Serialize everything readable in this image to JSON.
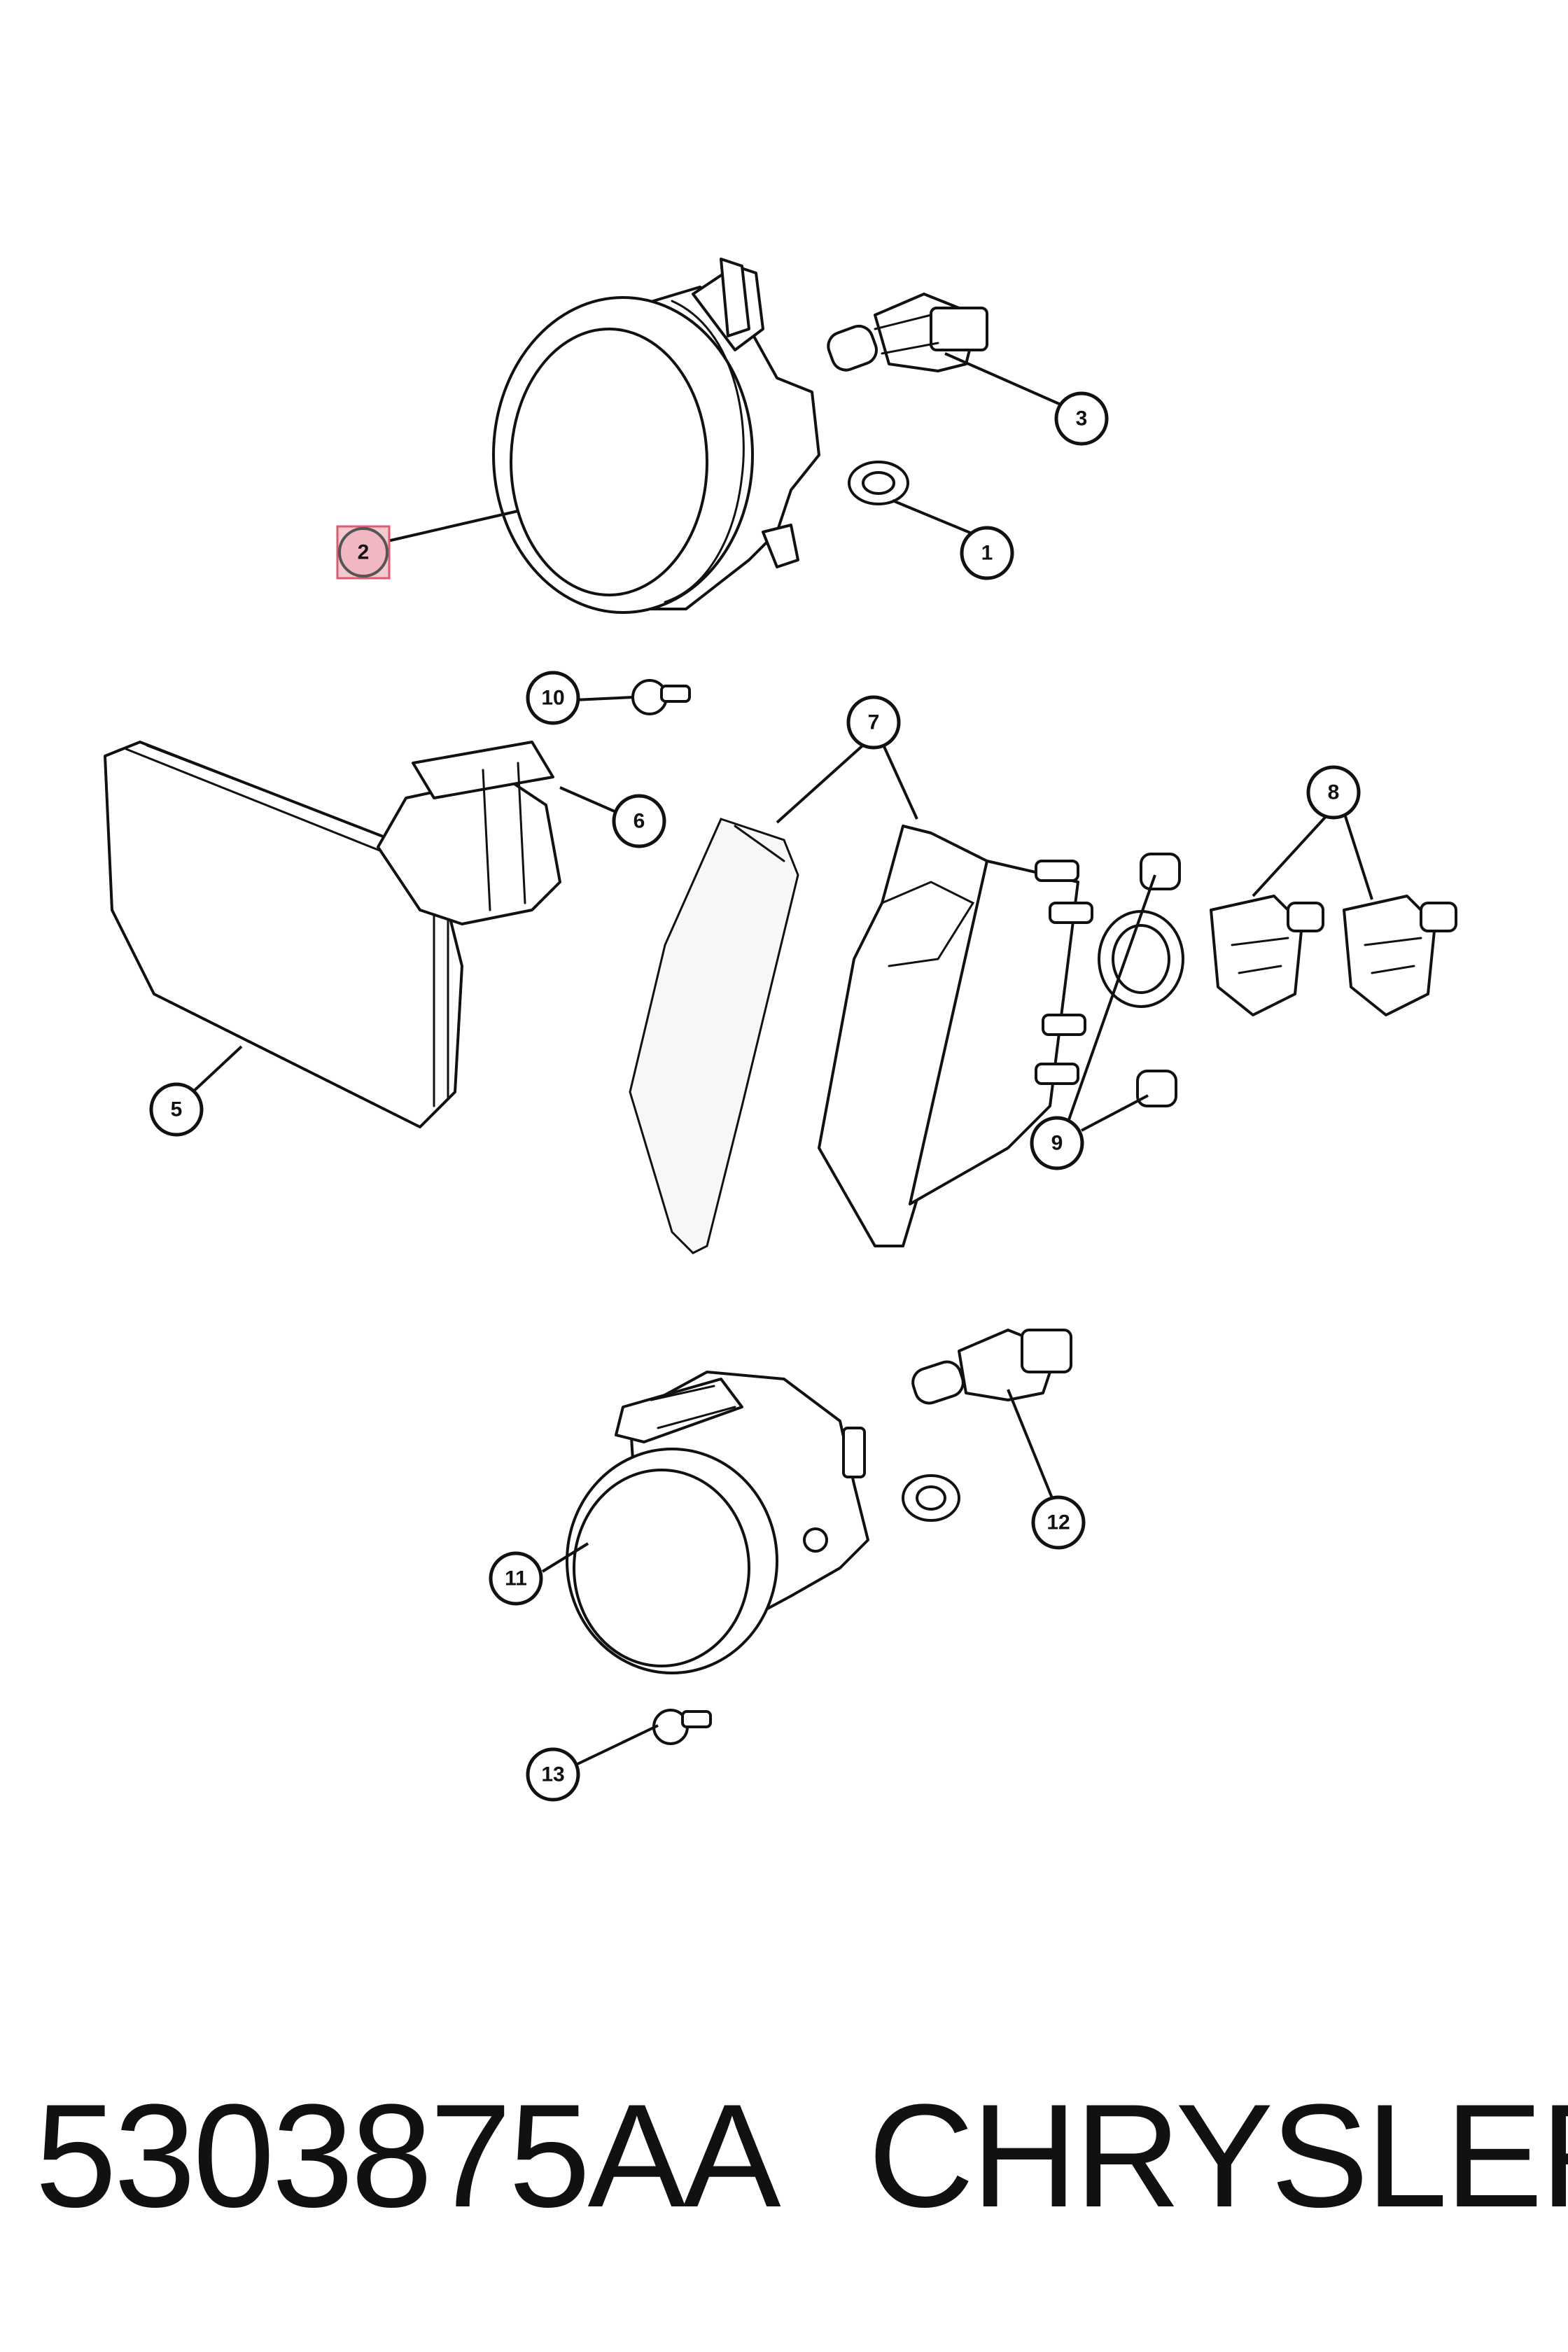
{
  "callouts": [
    {
      "id": "1",
      "label": "1"
    },
    {
      "id": "2",
      "label": "2",
      "highlighted": true
    },
    {
      "id": "3",
      "label": "3"
    },
    {
      "id": "5",
      "label": "5"
    },
    {
      "id": "6",
      "label": "6"
    },
    {
      "id": "7",
      "label": "7"
    },
    {
      "id": "8",
      "label": "8"
    },
    {
      "id": "9",
      "label": "9"
    },
    {
      "id": "10",
      "label": "10"
    },
    {
      "id": "11",
      "label": "11"
    },
    {
      "id": "12",
      "label": "12"
    },
    {
      "id": "13",
      "label": "13"
    }
  ],
  "caption": {
    "part_number": "5303875AA",
    "brand": "CHRYSLER"
  },
  "colors": {
    "line": "#111111",
    "highlight_fill": "#f2b8c2",
    "highlight_border": "#e05a6e"
  }
}
